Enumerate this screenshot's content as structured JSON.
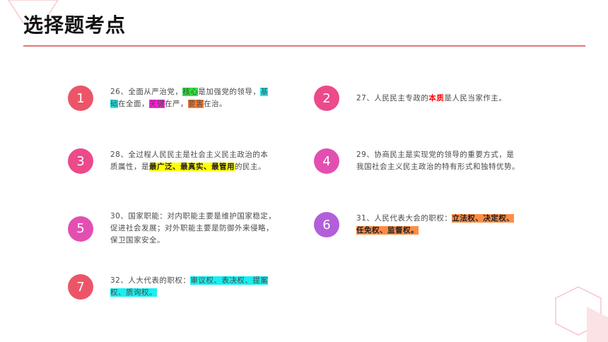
{
  "title": "选择题考点",
  "colors": {
    "accent_rule": "#e8737b",
    "badge_red": "#ec5568",
    "badge_pink": "#ec4a8a",
    "badge_magenta": "#e34fb1",
    "badge_purple": "#b25fd9"
  },
  "items": [
    {
      "num": "1",
      "t0": "26、全面从严治党，",
      "h1": "核心",
      "t1": "是加强党的领导，",
      "h2a": "基",
      "h2b": "础",
      "t2": "在全面，",
      "h3": "关键",
      "t3": "在严，",
      "h4": "要害",
      "t4": "在治。"
    },
    {
      "num": "2",
      "t0": "27、人民民主专政的",
      "h1": "本质",
      "t1": "是人民当家作主。"
    },
    {
      "num": "3",
      "t0": "28、全过程人民民主是社会主义民主政治的本",
      "t1": "质属性，是",
      "h1": "最广泛、最真实、最管用",
      "t2": "的民主。"
    },
    {
      "num": "4",
      "t0": "29、协商民主是实现党的领导的重要方式，是",
      "t1": "我国社会主义民主政治的特有形式和独特优势。"
    },
    {
      "num": "5",
      "t0": "30、国家职能：对内职能主要是维护国家稳定，",
      "t1": "促进社会发展；对外职能主要是防御外来侵略，",
      "t2": "保卫国家安全。"
    },
    {
      "num": "6",
      "t0": "31、人民代表大会的职权：",
      "h1": "立法权、决定权、",
      "h2": "任免权、监督权。"
    },
    {
      "num": "7",
      "t0": "32、人大代表的职权：",
      "h1": "审议权、表决权、提案",
      "h2": "权、质询权。"
    }
  ]
}
